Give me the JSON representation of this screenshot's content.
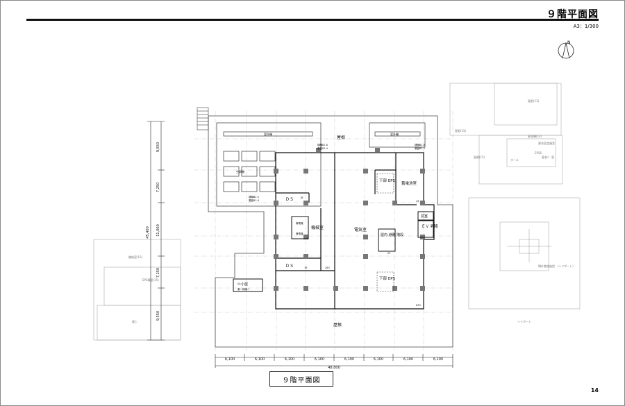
{
  "header": {
    "title": "９階平面図",
    "scale": "A3：1/300"
  },
  "footer": {
    "page_number": "14",
    "caption": "９階平面図"
  },
  "compass": {
    "label": "N"
  },
  "plan_labels": {
    "roof_top": "屋根",
    "roof_bottom": "屋根",
    "outdoor_unit_left": "室外機",
    "outdoor_unit_right": "室外機",
    "ac_unit_left": "空調機",
    "note_left_1": "樋樋81.8",
    "note_left_2": "基盤81.4",
    "note_right_1": "樋樋81.8",
    "note_right_2": "基盤81.4",
    "note_mid_1": "樋樋82.3",
    "note_mid_2": "基盤81.6",
    "ds_upper": "ＤＳ",
    "ds_lower": "ＤＳ",
    "mechanical_room": "機械室",
    "sub_label_1": "静電機",
    "sub_label_2": "静電機",
    "electric_room": "電気室",
    "lower_eps_top": "下部\nEPS",
    "lower_eps_bottom": "下部\nEPS",
    "battery_room": "蓄電池室",
    "front_room": "前室",
    "ev_hall": "ＥＶ\n昇降",
    "indoor_stair": "屋内\n避難\n階段",
    "hut": "ﾊﾄ小屋",
    "hut_sub": "第一棟棟へ",
    "room_53": "53",
    "room_18": "18",
    "room_263": "263",
    "room_633": "633",
    "room_43": "43",
    "room_16": "16"
  },
  "dimensions": {
    "bays": [
      "6,100",
      "6,100",
      "6,100",
      "6,100",
      "6,100",
      "6,100",
      "6,100",
      "6,100"
    ],
    "total": "48,800",
    "vertical": [
      "9,550",
      "7,250",
      "11,000",
      "7,250",
      "9,550"
    ],
    "vertical_total": "45,400"
  },
  "surroundings": {
    "nearby_1": "屋根(13)",
    "nearby_2": "屋根(15)",
    "nearby_3": "屋根(15)",
    "nearby_4": "ホール",
    "nearby_5": "更衣室会議室",
    "nearby_6": "EPS6",
    "nearby_7": "更衣棟(14)",
    "nearby_8": "更衣ﾊﾟｰ室",
    "heliport_label": "場外着陸施設\n（ヘリポート）",
    "heliport": "ヘリポート",
    "left_1": "機械室(15)",
    "left_2": "EPS棟室(15)",
    "left_3": "屋上"
  }
}
